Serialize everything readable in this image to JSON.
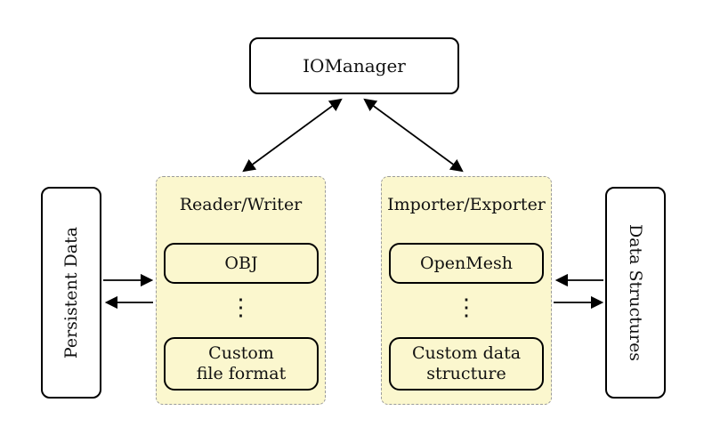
{
  "colors": {
    "background": "#ffffff",
    "panel_fill": "#FBF7CE",
    "panel_border": "#9b9b9b",
    "node_border": "#000000",
    "arrow": "#000000",
    "text": "#111111"
  },
  "io_manager": {
    "label": "IOManager"
  },
  "reader_writer_panel": {
    "title": "Reader/Writer",
    "format_box": "OBJ",
    "dots": "⋮",
    "custom_box": "Custom\nfile format"
  },
  "importer_exporter_panel": {
    "title": "Importer/Exporter",
    "format_box": "OpenMesh",
    "dots": "⋮",
    "custom_box": "Custom data\nstructure"
  },
  "persistent_data": {
    "label": "Persistent Data"
  },
  "data_structures": {
    "label": "Data Structures"
  }
}
